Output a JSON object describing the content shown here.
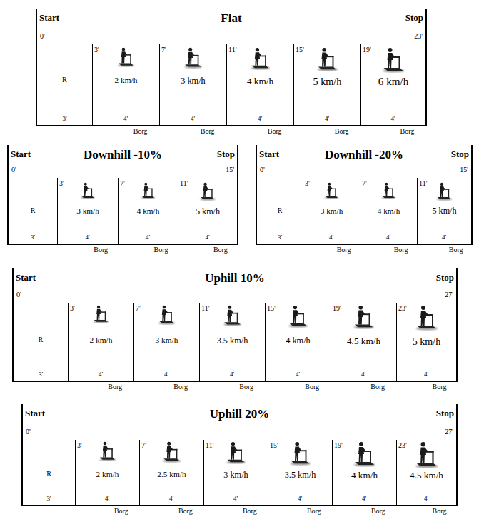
{
  "diagram": {
    "nodes": [
      {
        "text": [
          "Flat"
        ]
      },
      {
        "text": [
          "R"
        ],
        "in": 0
      },
      {
        "text": [
          "2 km/h"
        ],
        "in": 0
      },
      {
        "text": [
          "3 km/h"
        ],
        "in": 0
      },
      {
        "text": [
          "4 km/h"
        ],
        "in": 0
      },
      {
        "text": [
          "5 km/h"
        ],
        "in": 0
      },
      {
        "text": [
          "6 km/h"
        ],
        "in": 0
      },
      {
        "text": [
          "Downhill -10%"
        ]
      },
      {
        "text": [
          "R"
        ],
        "in": 7
      },
      {
        "text": [
          "3 km/h"
        ],
        "in": 7
      },
      {
        "text": [
          "4 km/h"
        ],
        "in": 7
      },
      {
        "text": [
          "5 km/h"
        ],
        "in": 7
      },
      {
        "text": [
          "Downhill -20%"
        ]
      },
      {
        "text": [
          "R"
        ],
        "in": 12
      },
      {
        "text": [
          "3 km/h"
        ],
        "in": 12
      },
      {
        "text": [
          "4 km/h"
        ],
        "in": 12
      },
      {
        "text": [
          "5 km/h"
        ],
        "in": 12
      },
      {
        "text": [
          "Uphill 10%"
        ]
      },
      {
        "text": [
          "R"
        ],
        "in": 17
      },
      {
        "text": [
          "2 km/h"
        ],
        "in": 17
      },
      {
        "text": [
          "3 km/h"
        ],
        "in": 17
      },
      {
        "text": [
          "3.5 km/h"
        ],
        "in": 17
      },
      {
        "text": [
          "4 km/h"
        ],
        "in": 17
      },
      {
        "text": [
          "4.5 km/h"
        ],
        "in": 17
      },
      {
        "text": [
          "5 km/h"
        ],
        "in": 17
      },
      {
        "text": [
          "Uphill 20%"
        ]
      },
      {
        "text": [
          "R"
        ],
        "in": 25
      },
      {
        "text": [
          "2 km/h"
        ],
        "in": 25
      },
      {
        "text": [
          "2.5 km/h"
        ],
        "in": 25
      },
      {
        "text": [
          "3 km/h"
        ],
        "in": 25
      },
      {
        "text": [
          "3.5 km/h"
        ],
        "in": 25
      },
      {
        "text": [
          "4 km/h"
        ],
        "in": 25
      },
      {
        "text": [
          "4.5 km/h"
        ],
        "in": 25
      }
    ],
    "labels": [
      "Start",
      "Stop",
      "0'",
      "3'",
      "7'",
      "11'",
      "15'",
      "19'",
      "23'",
      "3'",
      "4'",
      "4'",
      "4'",
      "4'",
      "4'",
      "Borg",
      "Borg",
      "Borg",
      "Borg",
      "Borg",
      "Start",
      "Stop",
      "0'",
      "3'",
      "7'",
      "11'",
      "15'",
      "3'",
      "4'",
      "4'",
      "4'",
      "Borg",
      "Borg",
      "Borg",
      "Start",
      "Stop",
      "0'",
      "3'",
      "7'",
      "11'",
      "15'",
      "3'",
      "4'",
      "4'",
      "4'",
      "Borg",
      "Borg",
      "Borg",
      "Start",
      "Stop",
      "0'",
      "3'",
      "7'",
      "11'",
      "15'",
      "19'",
      "23'",
      "27'",
      "3'",
      "4'",
      "4'",
      "4'",
      "4'",
      "4'",
      "4'",
      "Borg",
      "Borg",
      "Borg",
      "Borg",
      "Borg",
      "Borg",
      "Start",
      "Stop",
      "0'",
      "3'",
      "7'",
      "11'",
      "15'",
      "19'",
      "23'",
      "27'",
      "3'",
      "4'",
      "4'",
      "4'",
      "4'",
      "4'",
      "4'",
      "Borg",
      "Borg",
      "Borg",
      "Borg",
      "Borg",
      "Borg"
    ]
  }
}
